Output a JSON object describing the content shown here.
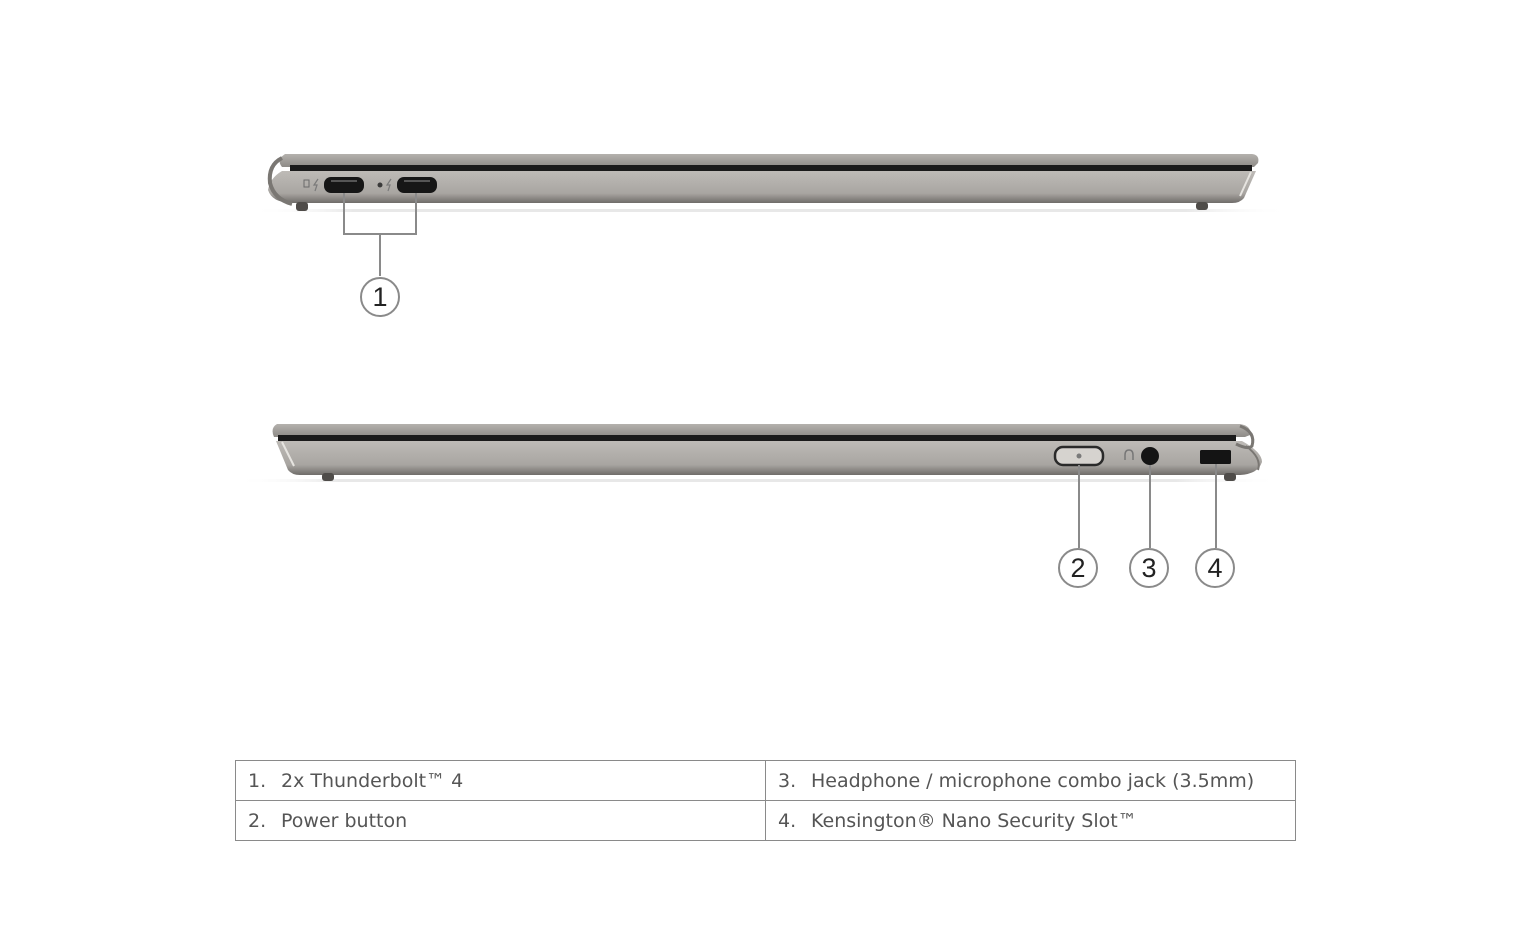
{
  "views": {
    "left_side": {
      "ports": [
        {
          "type": "thunderbolt-4",
          "icon": "power-thunderbolt-icon"
        },
        {
          "type": "thunderbolt-4",
          "icon": "thunderbolt-icon"
        }
      ],
      "callouts": [
        "1"
      ]
    },
    "right_side": {
      "ports": [
        {
          "type": "power-button"
        },
        {
          "type": "headphone-jack",
          "icon": "headphone-icon"
        },
        {
          "type": "security-slot"
        }
      ],
      "callouts": [
        "2",
        "3",
        "4"
      ]
    }
  },
  "colors": {
    "chassis": "#a9a6a2",
    "chassis_dark": "#6e6b68",
    "bezel": "#1a1a1a",
    "port": "#161616",
    "leader_line": "#8a8a8a",
    "table_border": "#8a8a8a",
    "table_text": "#555555"
  },
  "legend": {
    "rows": [
      [
        {
          "num": "1.",
          "label": "2x Thunderbolt™ 4"
        },
        {
          "num": "3.",
          "label": "Headphone / microphone combo jack (3.5mm)"
        }
      ],
      [
        {
          "num": "2.",
          "label": "Power button"
        },
        {
          "num": "4.",
          "label": "Kensington® Nano Security Slot™"
        }
      ]
    ]
  }
}
